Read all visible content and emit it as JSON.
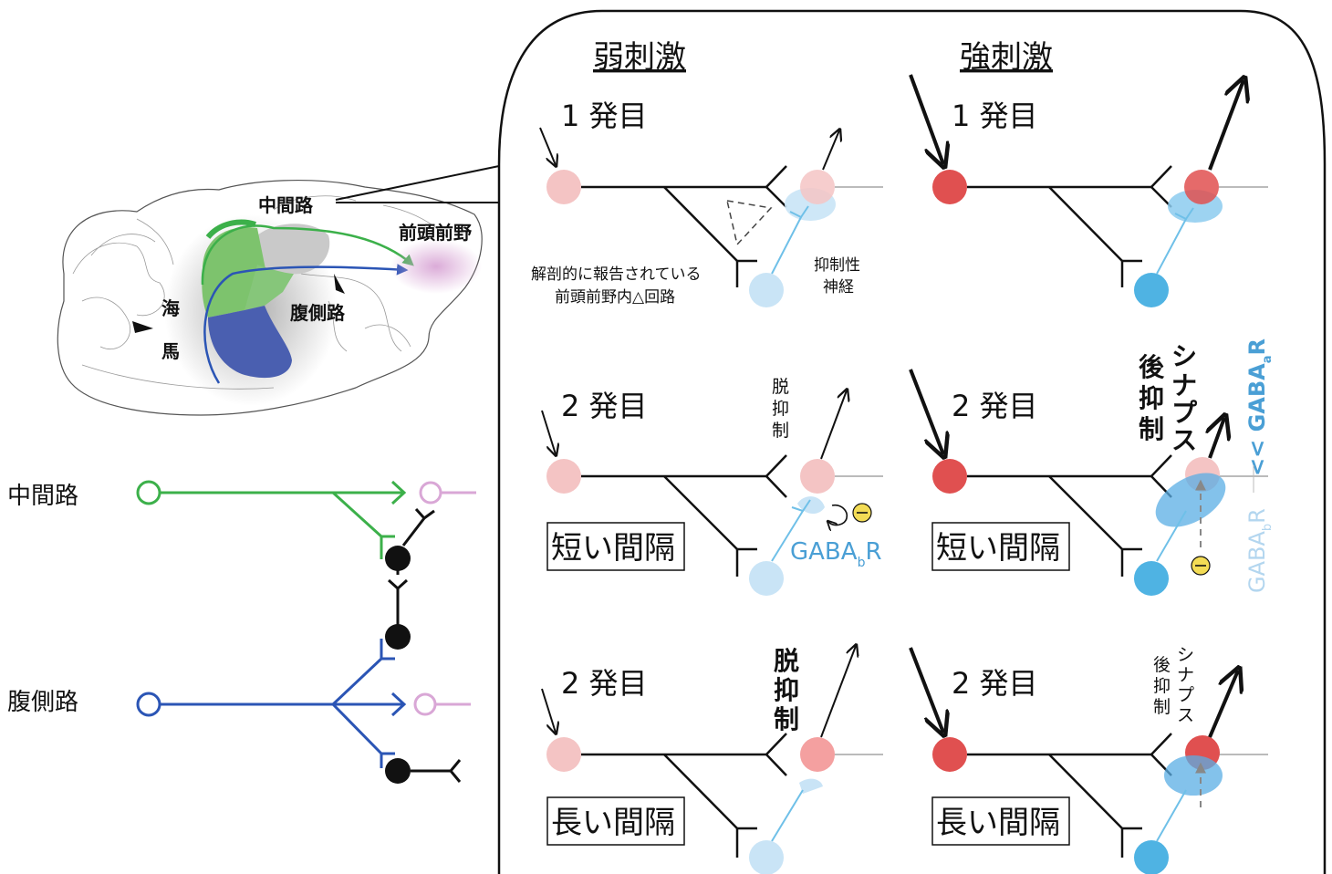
{
  "brain": {
    "label_middle_path": "中間路",
    "label_ventral_path": "腹側路",
    "label_pfc": "前頭前野",
    "label_hippo_1": "海",
    "label_hippo_2": "馬"
  },
  "pathway_diagram": {
    "middle_path_label": "中間路",
    "ventral_path_label": "腹側路"
  },
  "panel": {
    "weak_heading": "弱刺激",
    "strong_heading": "強刺激",
    "weak_1": {
      "pulse_label": "1 発目",
      "annotation_1": "解剖的に報告されている",
      "annotation_2": "前頭前野内△回路",
      "inhibitory_1": "抑制性",
      "inhibitory_2": "神経"
    },
    "strong_1": {
      "pulse_label": "1 発目"
    },
    "weak_2_short": {
      "pulse_label": "2 発目",
      "disinhibition": [
        "脱",
        "抑",
        "制"
      ],
      "interval_box": "短い間隔",
      "gaba_b_main": "GABA",
      "gaba_b_sub": "b",
      "gaba_b_tail": "R"
    },
    "strong_2_short": {
      "pulse_label": "2 発目",
      "post_inhib_col1": [
        "後",
        "抑",
        "制"
      ],
      "post_inhib_col2": [
        "シ",
        "ナ",
        "プ",
        "ス"
      ],
      "interval_box": "短い間隔",
      "gaba_a_compare": "<< GABA",
      "gaba_a_sub": "a",
      "gaba_a_tail": "R",
      "gaba_b_main": "GABA",
      "gaba_b_sub": "b",
      "gaba_b_tail": "R"
    },
    "weak_2_long": {
      "pulse_label": "2 発目",
      "disinhibition": [
        "脱",
        "抑",
        "制"
      ],
      "interval_box": "長い間隔"
    },
    "strong_2_long": {
      "pulse_label": "2 発目",
      "post_inhib_col1": [
        "後",
        "抑",
        "制"
      ],
      "post_inhib_col2": [
        "シ",
        "ナ",
        "プ",
        "ス"
      ],
      "interval_box": "長い間隔"
    }
  },
  "colors": {
    "middle_green": "#3cb04a",
    "ventral_blue": "#2b55b5",
    "pfc_pink": "#d9a7d6",
    "pale_red": "#f4c4c4",
    "strong_red": "#e05050",
    "pale_blue": "#c9e4f6",
    "strong_blue": "#4fb3e3",
    "gaba_blue": "#4a9fd5",
    "inhibit_yellow": "#f3dc55"
  }
}
